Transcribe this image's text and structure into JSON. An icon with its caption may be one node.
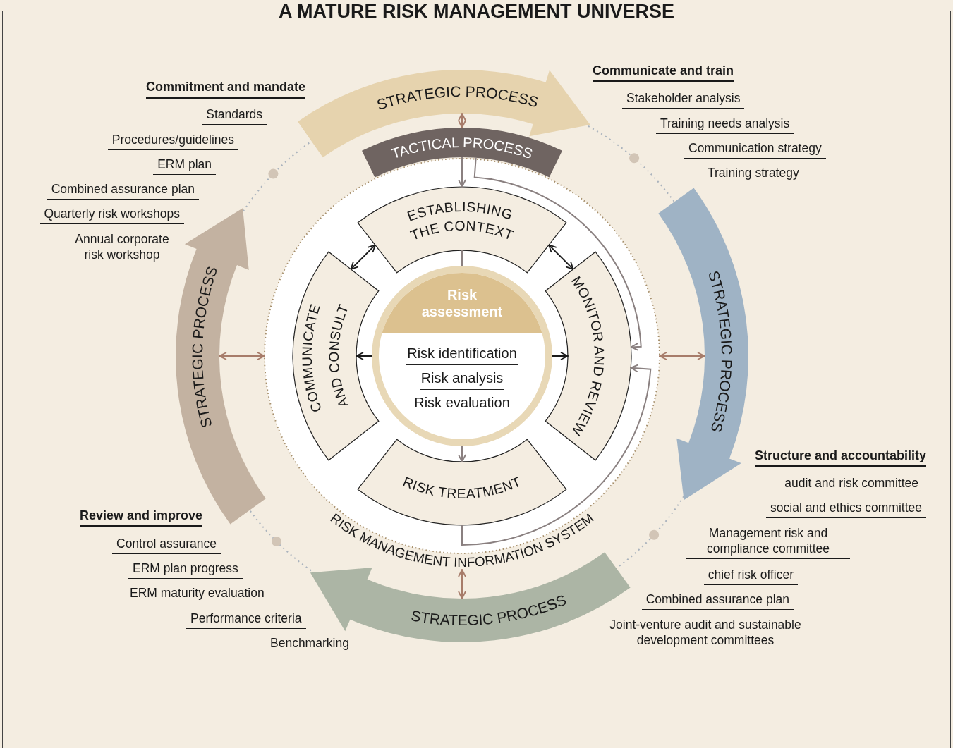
{
  "diagram": {
    "title": "A MATURE RISK MANAGEMENT UNIVERSE",
    "nodes": [
      {
        "text": [
          "STRATEGIC PROCESS"
        ]
      },
      {
        "text": [
          "STRATEGIC PROCESS"
        ]
      },
      {
        "text": [
          "STRATEGIC PROCESS"
        ]
      },
      {
        "text": [
          "STRATEGIC PROCESS"
        ]
      },
      {
        "text": [
          "TACTICAL PROCESS"
        ]
      },
      {
        "text": [
          "RISK MANAGEMENT INFORMATION SYSTEM"
        ]
      },
      {
        "text": [
          "ESTABLISHING THE CONTEXT"
        ],
        "in": 5
      },
      {
        "text": [
          "COMMUNICATE AND CONSULT"
        ],
        "in": 5
      },
      {
        "text": [
          "MONITOR AND REVIEW"
        ],
        "in": 5
      },
      {
        "text": [
          "RISK TREATMENT"
        ],
        "in": 5
      },
      {
        "text": [
          "Risk assessment",
          "Risk identification",
          "Risk analysis",
          "Risk evaluation"
        ],
        "in": 5
      }
    ],
    "edges": [
      {
        "from": 0,
        "to": 4,
        "arrow": "both",
        "color": "#a77c6a"
      },
      {
        "from": 3,
        "to": 5,
        "arrow": "both",
        "color": "#a77c6a"
      },
      {
        "from": 5,
        "to": 1,
        "arrow": "both",
        "color": "#a77c6a"
      },
      {
        "from": 5,
        "to": 2,
        "arrow": "both",
        "color": "#a77c6a"
      },
      {
        "from": 4,
        "to": 6,
        "arrow": "to"
      },
      {
        "from": 6,
        "to": 10,
        "arrow": "none"
      },
      {
        "from": 10,
        "to": 9,
        "arrow": "to"
      },
      {
        "from": 6,
        "to": 7,
        "arrow": "both",
        "color": "#1a1a1a"
      },
      {
        "from": 6,
        "to": 8,
        "arrow": "both",
        "color": "#1a1a1a"
      },
      {
        "from": 10,
        "to": 7,
        "arrow": "to",
        "color": "#1a1a1a"
      },
      {
        "from": 10,
        "to": 8,
        "arrow": "to",
        "color": "#1a1a1a"
      },
      {
        "from": 4,
        "to": 8,
        "arrow": "to"
      },
      {
        "from": 9,
        "to": 8,
        "arrow": "to"
      }
    ],
    "labels": [
      "Commitment and mandate",
      "Standards",
      "Procedures/guidelines",
      "ERM plan",
      "Combined assurance plan",
      "Quarterly risk workshops",
      "Annual corporate risk workshop",
      "Communicate and train",
      "Stakeholder analysis",
      "Training needs analysis",
      "Communication strategy",
      "Training strategy",
      "Structure and accountability",
      "audit and risk committee",
      "social and ethics committee",
      "Management risk and compliance committee",
      "chief risk officer",
      "Combined assurance plan",
      "Joint-venture audit and sustainable development committees",
      "Review and improve",
      "Control assurance",
      "ERM plan progress",
      "ERM maturity evaluation",
      "Performance criteria",
      "Benchmarking"
    ]
  }
}
